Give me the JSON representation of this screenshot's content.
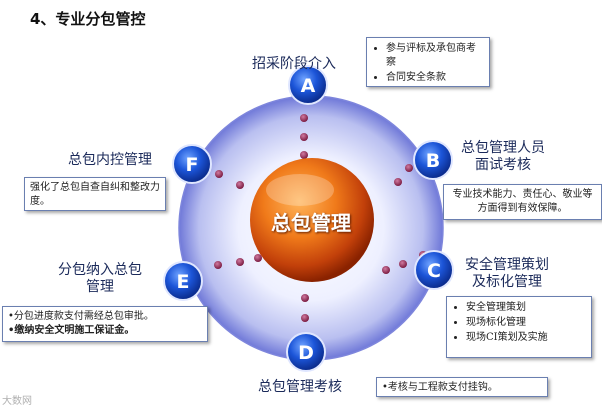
{
  "heading": "4、专业分包管控",
  "center": "总包管理",
  "nodes": {
    "a": {
      "letter": "A",
      "label": "招采阶段介入"
    },
    "b": {
      "letter": "B",
      "label_l1": "总包管理人员",
      "label_l2": "面试考核"
    },
    "c": {
      "letter": "C",
      "label_l1": "安全管理策划",
      "label_l2": "及标化管理"
    },
    "d": {
      "letter": "D",
      "label": "总包管理考核"
    },
    "e": {
      "letter": "E",
      "label_l1": "分包纳入总包",
      "label_l2": "管理"
    },
    "f": {
      "letter": "F",
      "label": "总包内控管理"
    }
  },
  "boxes": {
    "a": [
      "参与评标及承包商考察",
      "合同安全条款"
    ],
    "b": "专业技术能力、责任心、敬业等方面得到有效保障。",
    "c": [
      "安全管理策划",
      "现场标化管理",
      "现场CI策划及实施"
    ],
    "d": "•考核与工程款支付挂钩。",
    "e": [
      "•分包进度款支付需经总包审批。",
      "•缴纳安全文明施工保证金。"
    ],
    "f": "强化了总包自查自纠和整改力度。"
  },
  "watermark": "大数网"
}
